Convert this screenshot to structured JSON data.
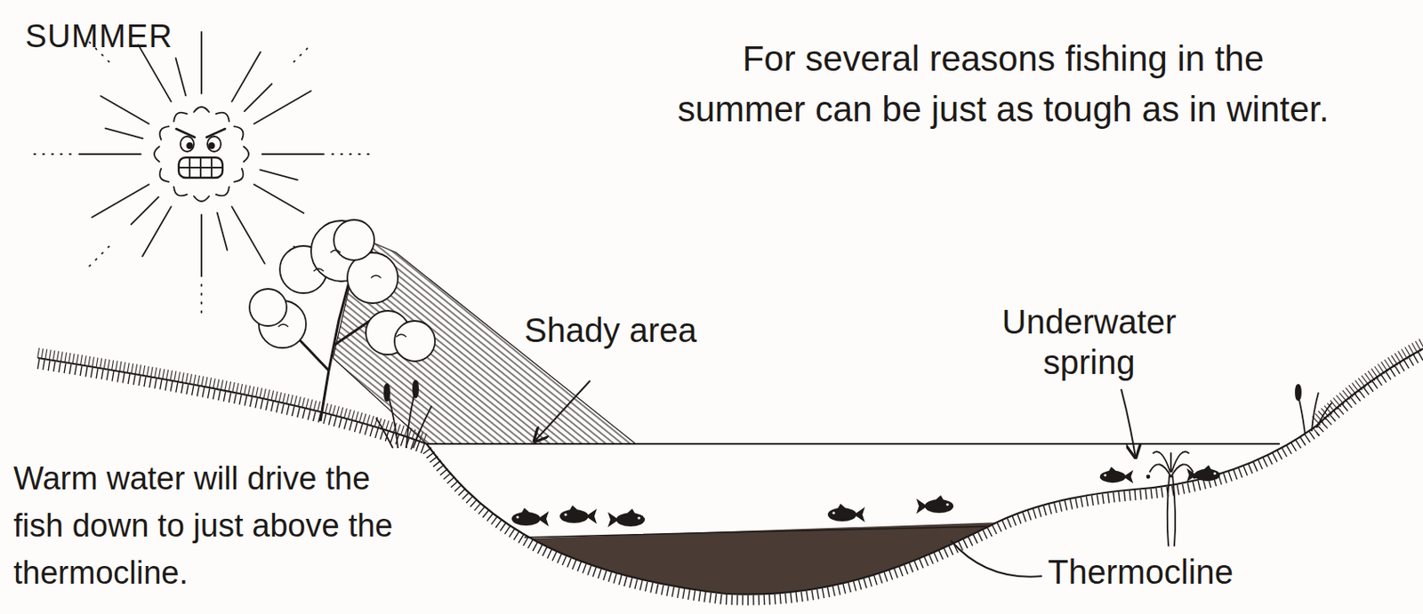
{
  "diagram": {
    "labels": [
      "SUMMER",
      "For several reasons fishing in the summer can be just as tough as in winter.",
      "Shady area",
      "Underwater spring",
      "Warm water will drive the fish down to just above the thermocline.",
      "Thermocline"
    ]
  }
}
